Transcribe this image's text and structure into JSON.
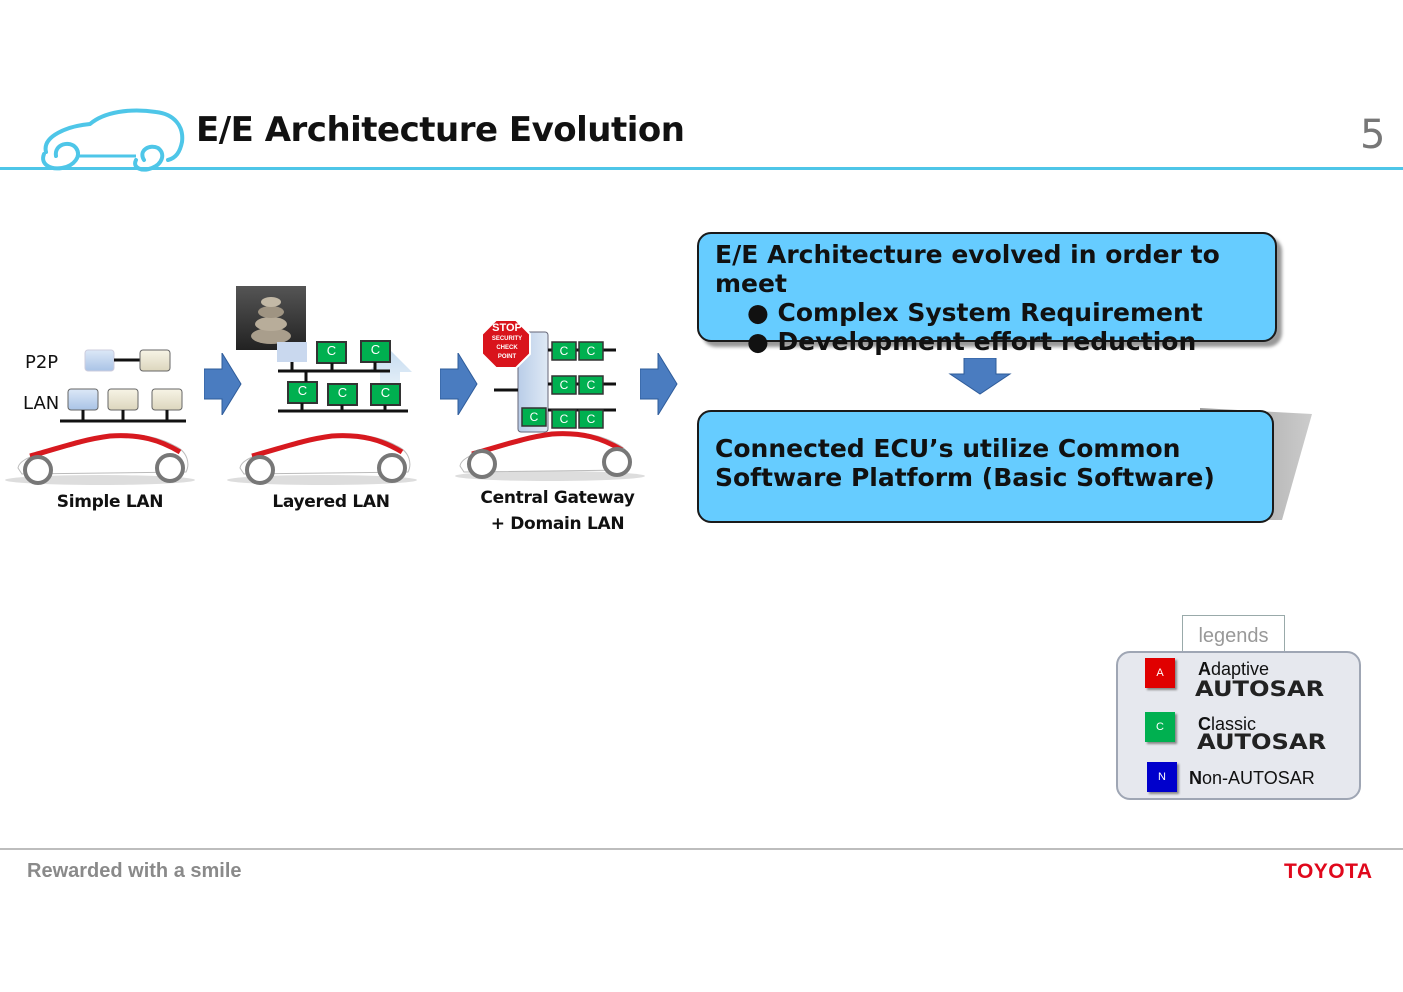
{
  "header": {
    "title": "E/E Architecture Evolution",
    "page_number": "5"
  },
  "diagram": {
    "simple_lan": {
      "row_labels": [
        "P2P",
        "LAN"
      ],
      "caption": "Simple LAN"
    },
    "layered_lan": {
      "caption": "Layered LAN",
      "ecu_marker": "C"
    },
    "central_gateway": {
      "caption_line1": "Central Gateway",
      "caption_line2": "+ Domain LAN",
      "stop_sign": [
        "STOP",
        "SECURITY",
        "CHECK",
        "POINT"
      ]
    }
  },
  "box_top": {
    "heading": "E/E Architecture evolved in order to meet",
    "bullets": [
      "Complex System Requirement",
      "Development effort reduction"
    ]
  },
  "box_bottom": {
    "line1": "Connected ECU’s utilize Common",
    "line2": "Software Platform (Basic Software)"
  },
  "legend": {
    "tab": "legends",
    "items": [
      {
        "marker": "A",
        "name_initial": "A",
        "name_rest": "daptive",
        "logo": "AUTOSAR",
        "color": "#e00000"
      },
      {
        "marker": "C",
        "name_initial": "C",
        "name_rest": "lassic",
        "logo": "AUTOSAR",
        "color": "#00b050"
      },
      {
        "marker": "N",
        "name_initial": "N",
        "name_rest": "on-AUTOSAR",
        "color": "#0000cc"
      }
    ]
  },
  "footer": {
    "slogan": "Rewarded with a smile",
    "brand": "TOYOTA"
  },
  "colors": {
    "accent": "#4ec6e8",
    "box_fill": "#66ccff",
    "arrow": "#4a7cc0",
    "brand_red": "#e0081c",
    "ecu_green": "#00b050"
  }
}
